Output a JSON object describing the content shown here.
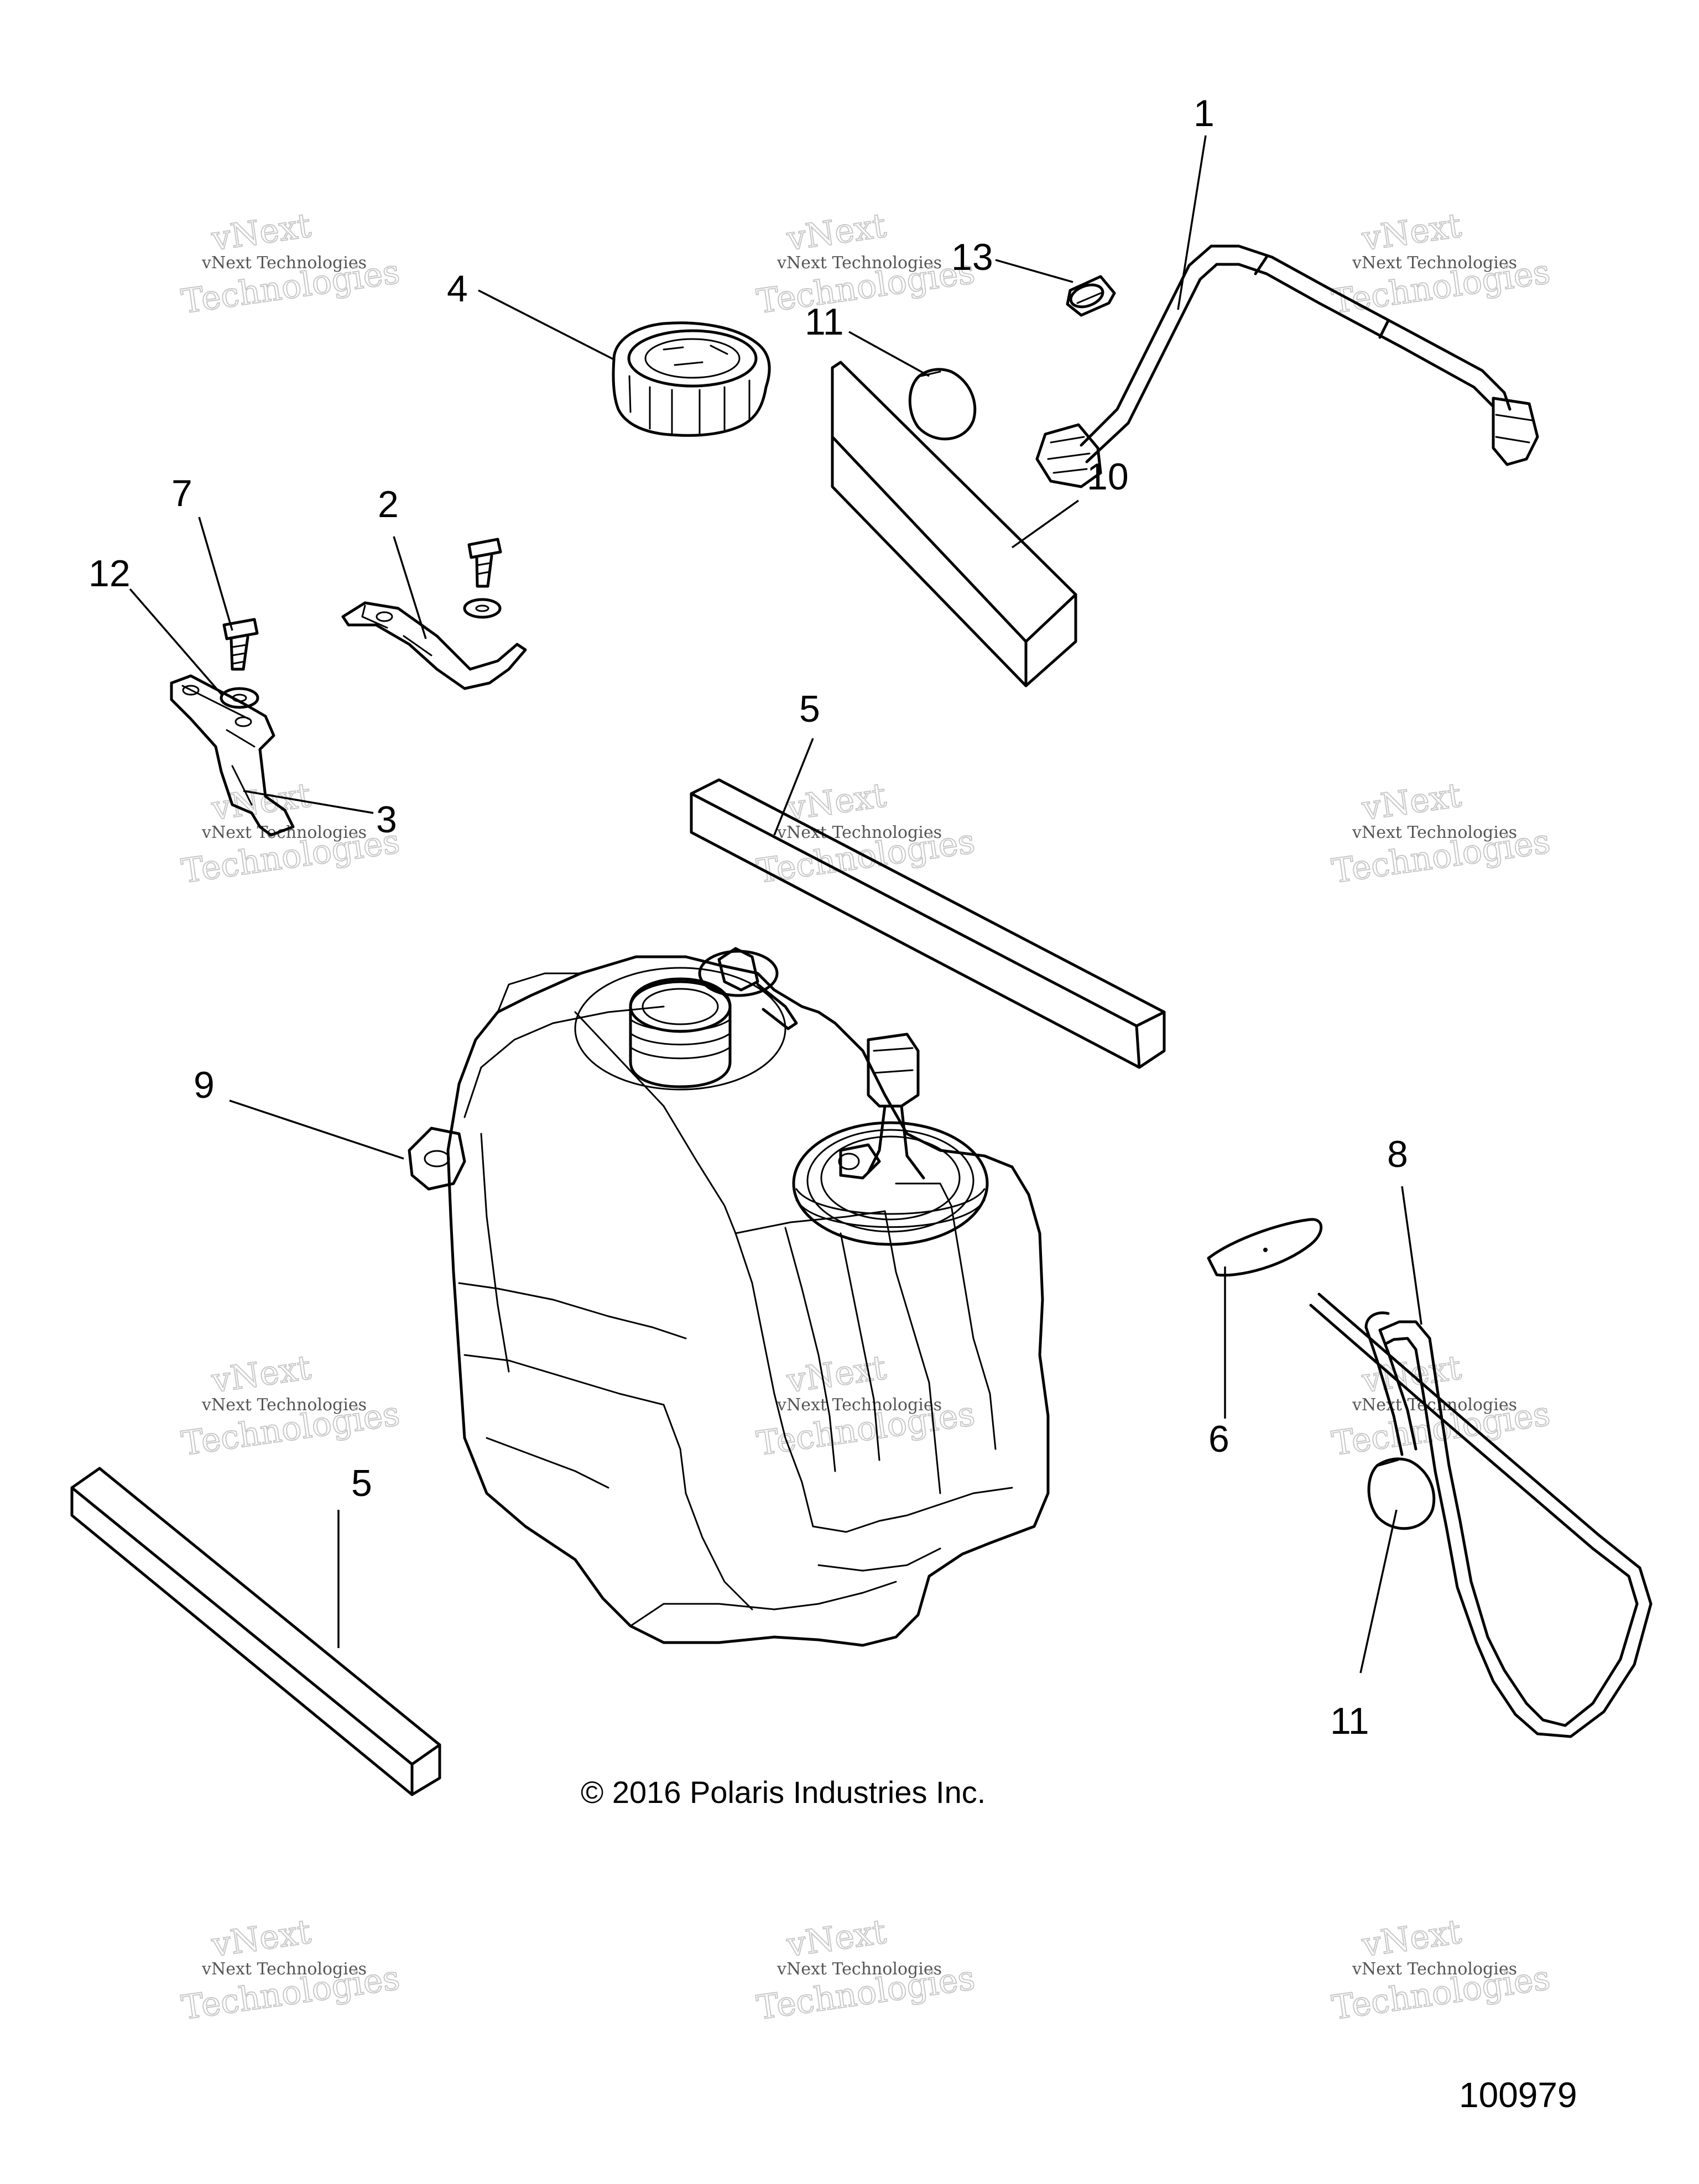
{
  "callouts": [
    {
      "id": "1",
      "label": "1"
    },
    {
      "id": "2",
      "label": "2"
    },
    {
      "id": "3",
      "label": "3"
    },
    {
      "id": "4",
      "label": "4"
    },
    {
      "id": "5a",
      "label": "5"
    },
    {
      "id": "5b",
      "label": "5"
    },
    {
      "id": "6",
      "label": "6"
    },
    {
      "id": "7",
      "label": "7"
    },
    {
      "id": "8",
      "label": "8"
    },
    {
      "id": "9",
      "label": "9"
    },
    {
      "id": "10",
      "label": "10"
    },
    {
      "id": "11a",
      "label": "11"
    },
    {
      "id": "11b",
      "label": "11"
    },
    {
      "id": "12",
      "label": "12"
    },
    {
      "id": "13",
      "label": "13"
    }
  ],
  "copyright": "© 2016 Polaris Industries Inc.",
  "figure_number": "100979",
  "watermark": {
    "line_small": "vNext Technologies",
    "line_big_1": "vNext",
    "line_big_2": "Technologies"
  }
}
